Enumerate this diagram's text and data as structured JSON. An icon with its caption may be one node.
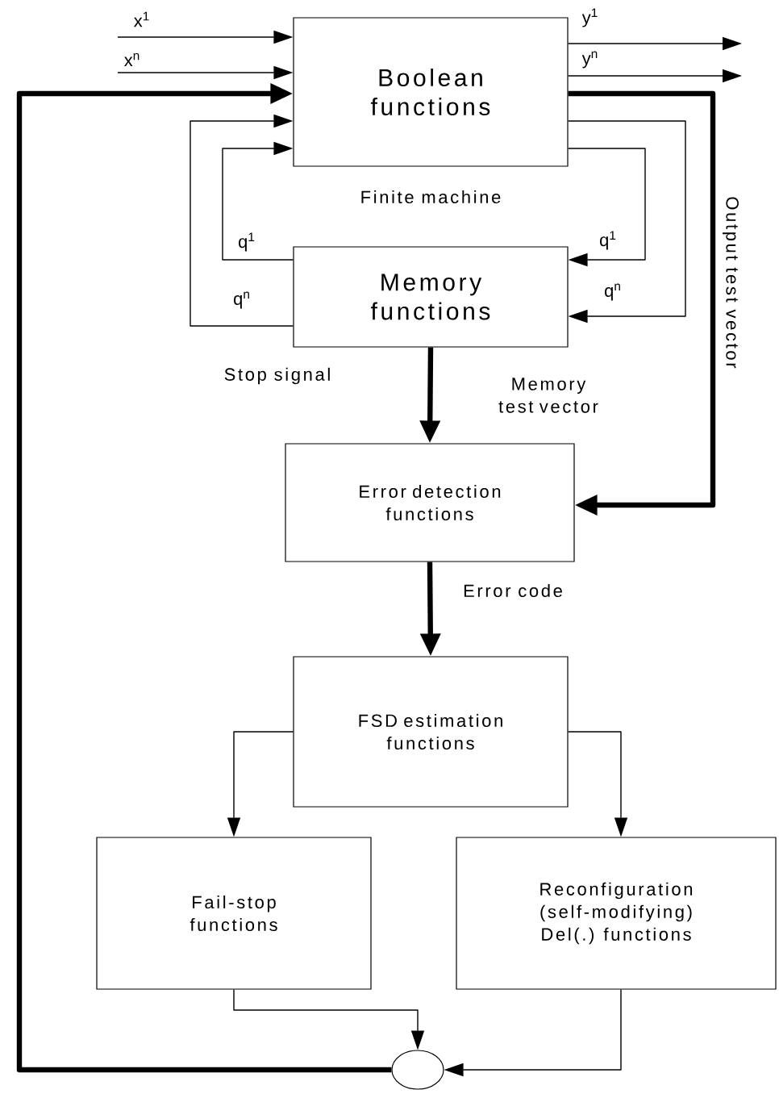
{
  "diagram": {
    "nodes": [
      {
        "text": [
          "Boolean functions"
        ]
      },
      {
        "text": [
          "Memory functions"
        ]
      },
      {
        "text": [
          "Error detection functions"
        ]
      },
      {
        "text": [
          "FSD estimation functions"
        ]
      },
      {
        "text": [
          "Fail-stop functions"
        ]
      },
      {
        "text": [
          "Reconfiguration (self-modifying) Del(.) functions"
        ]
      },
      {
        "text": [],
        "shape": "ellipse"
      }
    ],
    "edges": [
      {
        "from": null,
        "to": 0,
        "arrow": "to",
        "label": "x$^{1}$"
      },
      {
        "from": null,
        "to": 0,
        "arrow": "to",
        "label": "x$^{n}$"
      },
      {
        "from": 0,
        "to": null,
        "arrow": "to",
        "label": "y$^{1}$"
      },
      {
        "from": 0,
        "to": null,
        "arrow": "to",
        "label": "y$^{n}$"
      },
      {
        "from": 6,
        "to": 0,
        "arrow": "to",
        "style": "thick"
      },
      {
        "from": 0,
        "to": 2,
        "arrow": "to",
        "style": "thick",
        "label": "Output test vector"
      },
      {
        "from": 1,
        "to": 0,
        "arrow": "to",
        "label": "q$^{1}$"
      },
      {
        "from": 1,
        "to": 0,
        "arrow": "to",
        "label": "q$^{n}$"
      },
      {
        "from": 0,
        "to": 1,
        "arrow": "to",
        "label": "q$^{1}$"
      },
      {
        "from": 0,
        "to": 1,
        "arrow": "to",
        "label": "q$^{n}$"
      },
      {
        "from": 1,
        "to": 2,
        "arrow": "to",
        "style": "thick",
        "label": "Memory test vector"
      },
      {
        "from": 2,
        "to": 3,
        "arrow": "to",
        "style": "thick",
        "label": "Error code"
      },
      {
        "from": 3,
        "to": 4,
        "arrow": "to"
      },
      {
        "from": 3,
        "to": 5,
        "arrow": "to"
      },
      {
        "from": 4,
        "to": 6,
        "arrow": "to"
      },
      {
        "from": 5,
        "to": 6,
        "arrow": "to"
      }
    ],
    "labels": [
      "Finite machine",
      "Stop signal"
    ]
  }
}
